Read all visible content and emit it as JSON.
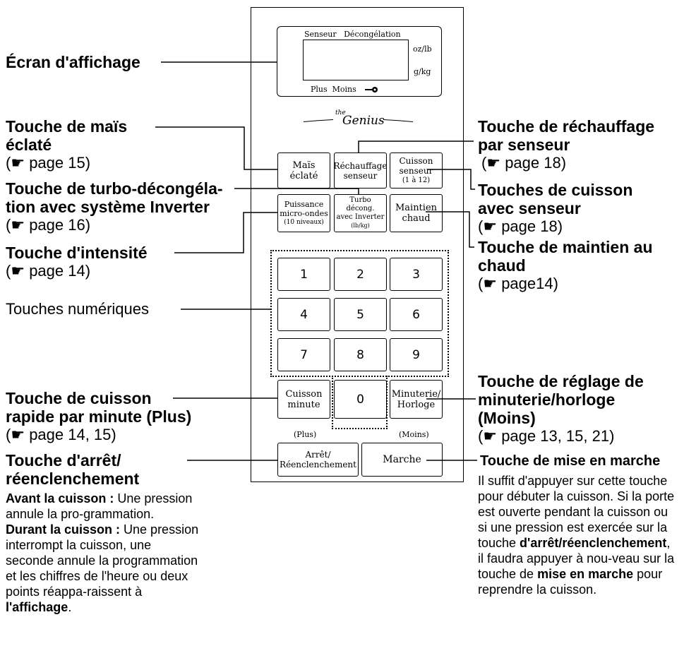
{
  "display": {
    "top_labels": "Senseur   Décongélation",
    "right_top": "oz/lb",
    "right_bottom": "g/kg",
    "bottom_labels": "Plus  Moins"
  },
  "logo_text": "the Genius",
  "buttons": {
    "mais": "Maïs\néclaté",
    "rechauffage": "Réchauffage\nsenseur",
    "cuisson_senseur": "Cuisson\nsenseur",
    "cuisson_senseur_sub": "(1 à 12)",
    "puissance": "Puissance\nmicro-ondes",
    "puissance_sub": "(10 niveaux)",
    "turbo": "Turbo décong.\navec Inverter",
    "turbo_sub": "(lb/kg)",
    "maintien": "Maintien\nchaud",
    "keys": [
      "1",
      "2",
      "3",
      "4",
      "5",
      "6",
      "7",
      "8",
      "9"
    ],
    "cuisson_minute": "Cuisson\nminute",
    "zero": "0",
    "minuterie": "Minuterie/\nHorloge",
    "plus": "(Plus)",
    "moins": "(Moins)",
    "arret": "Arrêt/\nRéenclenchement",
    "marche": "Marche"
  },
  "callouts": {
    "ecran": "Écran d'affichage",
    "mais_title_1": "Touche de maïs",
    "mais_title_2": "éclaté",
    "mais_ref": "page 15)",
    "turbo_title_1": "Touche de turbo-décongéla-",
    "turbo_title_2": "tion avec système Inverter",
    "turbo_ref": "page 16)",
    "intensite_title": "Touche d'intensité",
    "intensite_ref": "page 14)",
    "numeriques": "Touches numériques",
    "cuisson_rapide_1": "Touche de cuisson",
    "cuisson_rapide_2": "rapide par minute (Plus)",
    "cuisson_rapide_ref": "page 14, 15)",
    "arret_1": "Touche d'arrêt/",
    "arret_2": "réenclenchement",
    "rechauffage_1": "Touche de réchauffage",
    "rechauffage_2": "par senseur",
    "rechauffage_ref": "page 18)",
    "cuisson_senseur_1": "Touches de cuisson",
    "cuisson_senseur_2": "avec senseur",
    "cuisson_senseur_ref": "page 18)",
    "maintien_1": "Touche de maintien au",
    "maintien_2": "chaud",
    "maintien_ref": "page14)",
    "reglage_1": "Touche de réglage de",
    "reglage_2": "minuterie/horloge",
    "reglage_3": "(Moins)",
    "reglage_ref": "page 13, 15, 21)",
    "marche_title": "Touche de mise en marche"
  },
  "arret_desc": {
    "avant_label": "Avant la cuisson :",
    "avant_text": " Une pression annule la pro-grammation.",
    "durant_label": "Durant la cuisson :",
    "durant_text": " Une pression interrompt la cuisson, une seconde annule la programmation et les chiffres de l'heure ou deux points réappa-raissent à ",
    "durant_bold": "l'affichage",
    "durant_end": "."
  },
  "marche_desc": {
    "p1": "Il suffit d'appuyer sur cette touche pour débuter la cuisson. Si la porte est ouverte pendant la cuisson ou si une pression est exercée sur la touche ",
    "b1": "d'arrêt/réenclenchement",
    "p2": ", il faudra appuyer à nou-veau sur la touche de ",
    "b2": "mise en marche",
    "p3": " pour reprendre la cuisson."
  },
  "pointer_icon": "hand-pointer-icon"
}
